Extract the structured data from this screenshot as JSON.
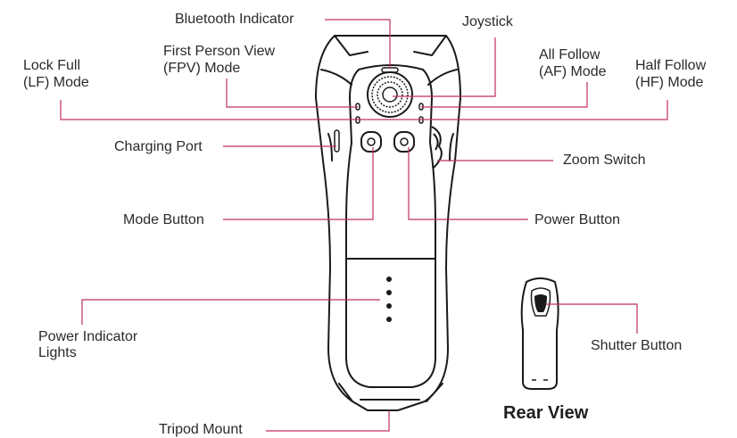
{
  "labels": {
    "bluetooth_indicator": "Bluetooth Indicator",
    "joystick": "Joystick",
    "fpv_line1": "First Person View",
    "fpv_line2": "(FPV) Mode",
    "af_line1": "All Follow",
    "af_line2": "(AF) Mode",
    "lf_line1": "Lock Full",
    "lf_line2": "(LF) Mode",
    "hf_line1": "Half Follow",
    "hf_line2": "(HF) Mode",
    "charging_port": "Charging Port",
    "zoom_switch": "Zoom Switch",
    "mode_button": "Mode Button",
    "power_button": "Power Button",
    "power_lights_line1": "Power Indicator",
    "power_lights_line2": "Lights",
    "shutter_button": "Shutter Button",
    "tripod_mount": "Tripod Mount",
    "rear_view": "Rear View"
  },
  "colors": {
    "leader_line": "#c0305a",
    "outline": "#1a1a1a",
    "text": "#2a2a2a"
  }
}
